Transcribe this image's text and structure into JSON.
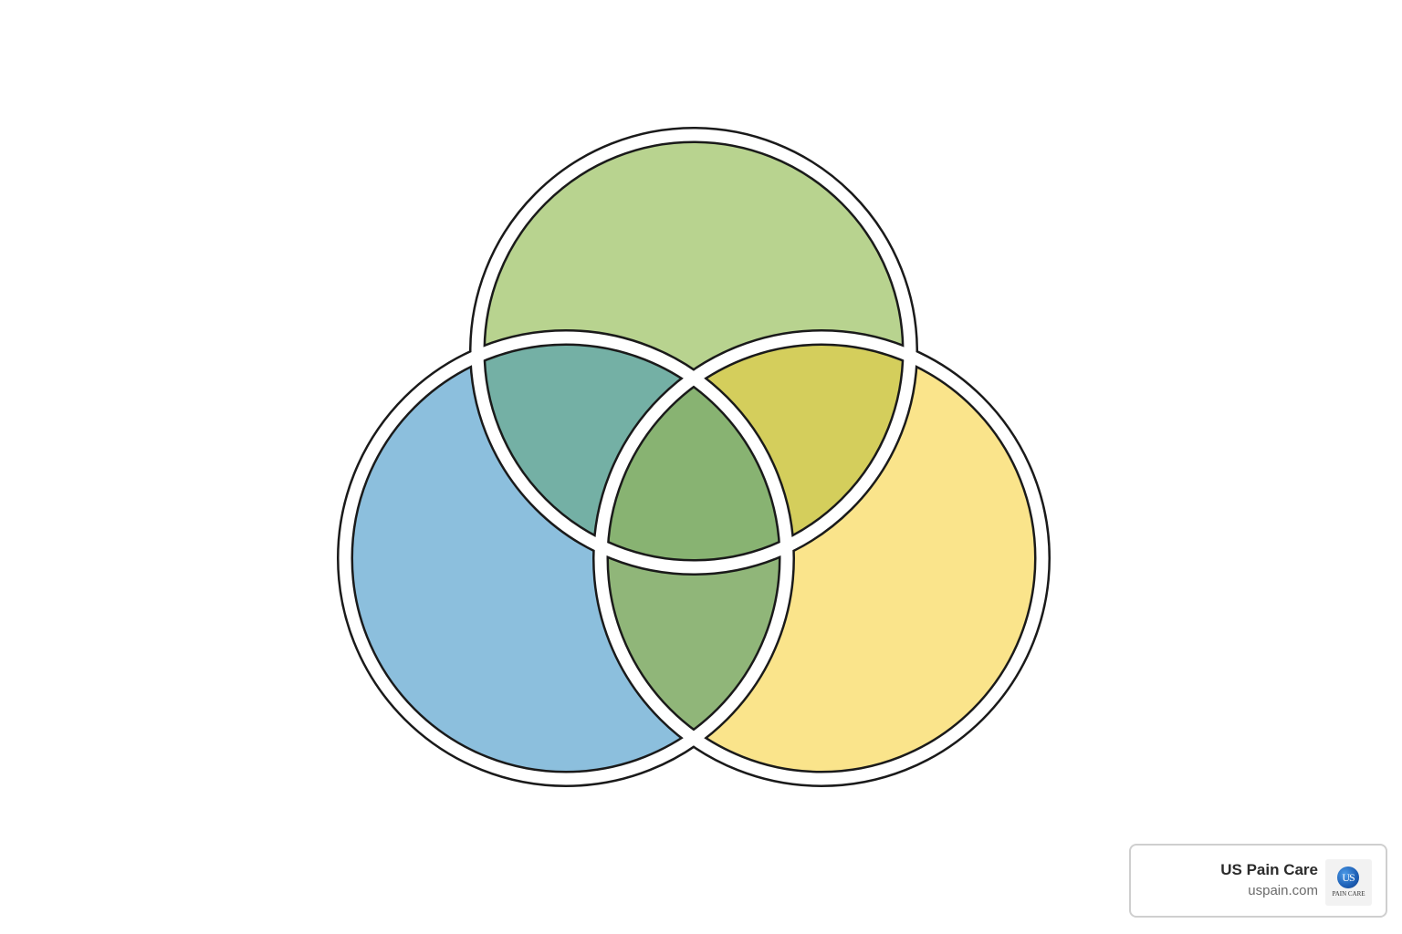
{
  "diagram": {
    "type": "venn-three-circles",
    "colors": {
      "top_only": "#b8d38f",
      "left_only": "#8cbfdd",
      "right_only": "#fae48b",
      "top_left": "#74b0a5",
      "top_right": "#d4ce5c",
      "left_right": "#90b679",
      "center": "#88b372",
      "outline": "#1a1a1a",
      "gap": "#ffffff"
    }
  },
  "source_card": {
    "title": "US Pain Care",
    "url": "uspain.com",
    "logo_mark_text": "US",
    "logo_caption": "PAIN CARE",
    "icon": "site-logo-icon"
  }
}
